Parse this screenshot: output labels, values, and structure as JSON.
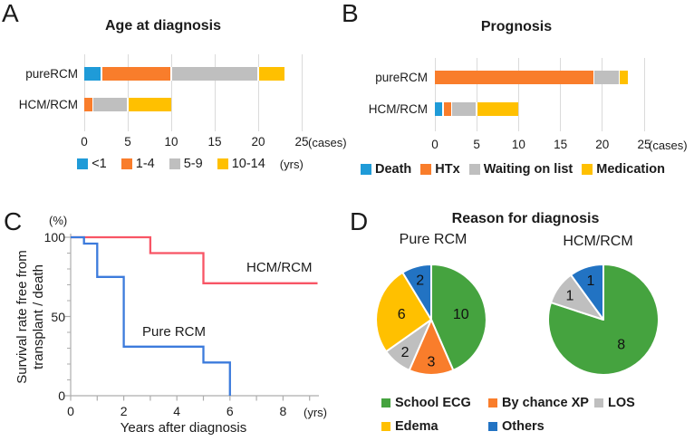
{
  "panels": {
    "a": {
      "letter": "A",
      "title": "Age at diagnosis",
      "axis_unit": "(cases)",
      "legend_unit": "(yrs)"
    },
    "b": {
      "letter": "B",
      "title": "Prognosis",
      "axis_unit": "(cases)"
    },
    "c": {
      "letter": "C",
      "y_unit": "(%)",
      "x_unit": "(yrs)",
      "xlabel": "Years after diagnosis",
      "ylabel_line1": "Survival rate free from",
      "ylabel_line2": "transplant / death",
      "series_label_hcm": "HCM/RCM",
      "series_label_pure": "Pure RCM"
    },
    "d": {
      "letter": "D",
      "title": "Reason for diagnosis",
      "pie1_title": "Pure RCM",
      "pie2_title": "HCM/RCM"
    }
  },
  "colors": {
    "bar_blue": "#1F9BD8",
    "bar_orange": "#F97D2B",
    "bar_gray": "#BFBFBF",
    "bar_yellow": "#FFC000",
    "pie_green": "#45A33F",
    "pie_blue": "#2273C3",
    "line_red": "#F85565",
    "line_blue": "#3C7BDC",
    "gridline": "#DADADA",
    "axis": "#ADADAD",
    "text": "#1b1b1b"
  },
  "chart_data": [
    {
      "id": "age_at_diagnosis",
      "type": "bar",
      "orientation": "horizontal",
      "stacked": true,
      "title": "Age at diagnosis",
      "categories": [
        "pureRCM",
        "HCM/RCM"
      ],
      "series": [
        {
          "name": "<1",
          "color": "#1F9BD8",
          "values": [
            2,
            0
          ]
        },
        {
          "name": "1-4",
          "color": "#F97D2B",
          "values": [
            8,
            1
          ]
        },
        {
          "name": "5-9",
          "color": "#BFBFBF",
          "values": [
            10,
            4
          ]
        },
        {
          "name": "10-14",
          "color": "#FFC000",
          "values": [
            3,
            5
          ]
        }
      ],
      "xlim": [
        0,
        25
      ],
      "xticks": [
        0,
        5,
        10,
        15,
        20,
        25
      ],
      "x_unit": "(cases)",
      "legend_unit": "(yrs)",
      "legend_position": "bottom",
      "grid": true
    },
    {
      "id": "prognosis",
      "type": "bar",
      "orientation": "horizontal",
      "stacked": true,
      "title": "Prognosis",
      "categories": [
        "pureRCM",
        "HCM/RCM"
      ],
      "series": [
        {
          "name": "Death",
          "color": "#1F9BD8",
          "values": [
            0,
            1
          ]
        },
        {
          "name": "HTx",
          "color": "#F97D2B",
          "values": [
            19,
            1
          ]
        },
        {
          "name": "Waiting on list",
          "color": "#BFBFBF",
          "values": [
            3,
            3
          ]
        },
        {
          "name": "Medication",
          "color": "#FFC000",
          "values": [
            1,
            5
          ]
        }
      ],
      "xlim": [
        0,
        25
      ],
      "xticks": [
        0,
        5,
        10,
        15,
        20,
        25
      ],
      "x_unit": "(cases)",
      "legend_position": "bottom",
      "grid": true
    },
    {
      "id": "survival_free_from_transplant_or_death",
      "type": "line",
      "line_style": "step",
      "xlabel": "Years after diagnosis",
      "ylabel": "Survival rate free from transplant / death",
      "x_unit": "(yrs)",
      "y_unit": "(%)",
      "xlim": [
        0,
        9.4
      ],
      "ylim": [
        0,
        100
      ],
      "xticks": [
        0,
        2,
        4,
        6,
        8
      ],
      "xticks_minor_step": 1,
      "yticks": [
        0,
        50,
        100
      ],
      "yticks_minor_step": 10,
      "series": [
        {
          "name": "HCM/RCM",
          "color": "#F85565",
          "points": [
            [
              0,
              100
            ],
            [
              3,
              100
            ],
            [
              3,
              90
            ],
            [
              5,
              90
            ],
            [
              5,
              71
            ],
            [
              9.3,
              71
            ]
          ]
        },
        {
          "name": "Pure RCM",
          "color": "#3C7BDC",
          "points": [
            [
              0,
              100
            ],
            [
              0.5,
              100
            ],
            [
              0.5,
              96
            ],
            [
              1,
              96
            ],
            [
              1,
              75
            ],
            [
              2,
              75
            ],
            [
              2,
              31
            ],
            [
              5,
              31
            ],
            [
              5,
              21
            ],
            [
              6,
              21
            ],
            [
              6,
              0
            ]
          ]
        }
      ]
    },
    {
      "id": "reason_for_diagnosis",
      "type": "pie",
      "title": "Reason for diagnosis",
      "legend": [
        {
          "label": "School ECG",
          "color": "#45A33F"
        },
        {
          "label": "By chance XP",
          "color": "#F97D2B"
        },
        {
          "label": "LOS",
          "color": "#BFBFBF"
        },
        {
          "label": "Edema",
          "color": "#FFC000"
        },
        {
          "label": "Others",
          "color": "#2273C3"
        }
      ],
      "pies": [
        {
          "name": "Pure RCM",
          "slices": [
            {
              "label": "School ECG",
              "value": 10
            },
            {
              "label": "By chance XP",
              "value": 3
            },
            {
              "label": "LOS",
              "value": 2
            },
            {
              "label": "Edema",
              "value": 6
            },
            {
              "label": "Others",
              "value": 2
            }
          ]
        },
        {
          "name": "HCM/RCM",
          "slices": [
            {
              "label": "School ECG",
              "value": 8
            },
            {
              "label": "LOS",
              "value": 1
            },
            {
              "label": "Others",
              "value": 1
            }
          ]
        }
      ]
    }
  ]
}
